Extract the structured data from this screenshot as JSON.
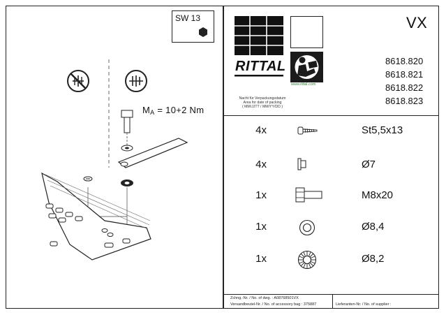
{
  "drawing": {
    "wrench": {
      "label": "SW 13"
    },
    "torque": {
      "label": "MA = 10+2 Nm",
      "symbol_main": "M",
      "symbol_sub": "A",
      "value": " = 10+2 Nm"
    }
  },
  "header": {
    "brand": "RITTAL",
    "url": "www.rittal.com",
    "series": "VX",
    "part_numbers": [
      "8618.820",
      "8618.821",
      "8618.822",
      "8618.823"
    ],
    "packing_date_note": [
      "Nacht für Verpackungsdatum",
      "Area for date of packing",
      "( MM/JJTT / MM/YY/DD )"
    ]
  },
  "parts": [
    {
      "qty": "4x",
      "icon": "screw-icon",
      "spec": "St5,5x13"
    },
    {
      "qty": "4x",
      "icon": "clip-nut-icon",
      "spec": "Ø7"
    },
    {
      "qty": "1x",
      "icon": "hex-bolt-icon",
      "spec": "M8x20"
    },
    {
      "qty": "1x",
      "icon": "washer-icon",
      "spec": "Ø8,4"
    },
    {
      "qty": "1x",
      "icon": "serrated-washer-icon",
      "spec": "Ø8,2"
    }
  ],
  "footer": {
    "drawing_no": "Zchng.-Nr. / No. of dwg. : A08768501VX",
    "accessory_bag": "Versandbeutel-Nr. / No. of accessory bag : 375887",
    "supplier": "Lieferanten-Nr. / No. of supplier :"
  },
  "colors": {
    "ink": "#111111",
    "url_green": "#2e7d32"
  }
}
